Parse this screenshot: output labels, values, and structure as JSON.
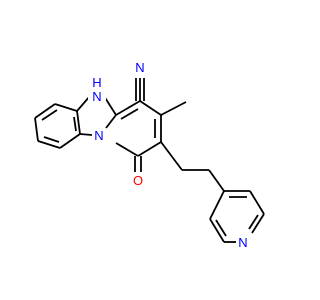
{
  "molecule": {
    "colors": {
      "bond": "#000000",
      "nitrogen": "#0000ff",
      "oxygen": "#ff0000",
      "background": "#ffffff"
    },
    "atoms": {
      "nh": {
        "element": "N",
        "hydrogen": "H"
      },
      "n_bridge": {
        "element": "N"
      },
      "n_nitrile": {
        "element": "N"
      },
      "o_carbonyl": {
        "element": "O"
      },
      "n_pyridine": {
        "element": "N"
      }
    }
  }
}
